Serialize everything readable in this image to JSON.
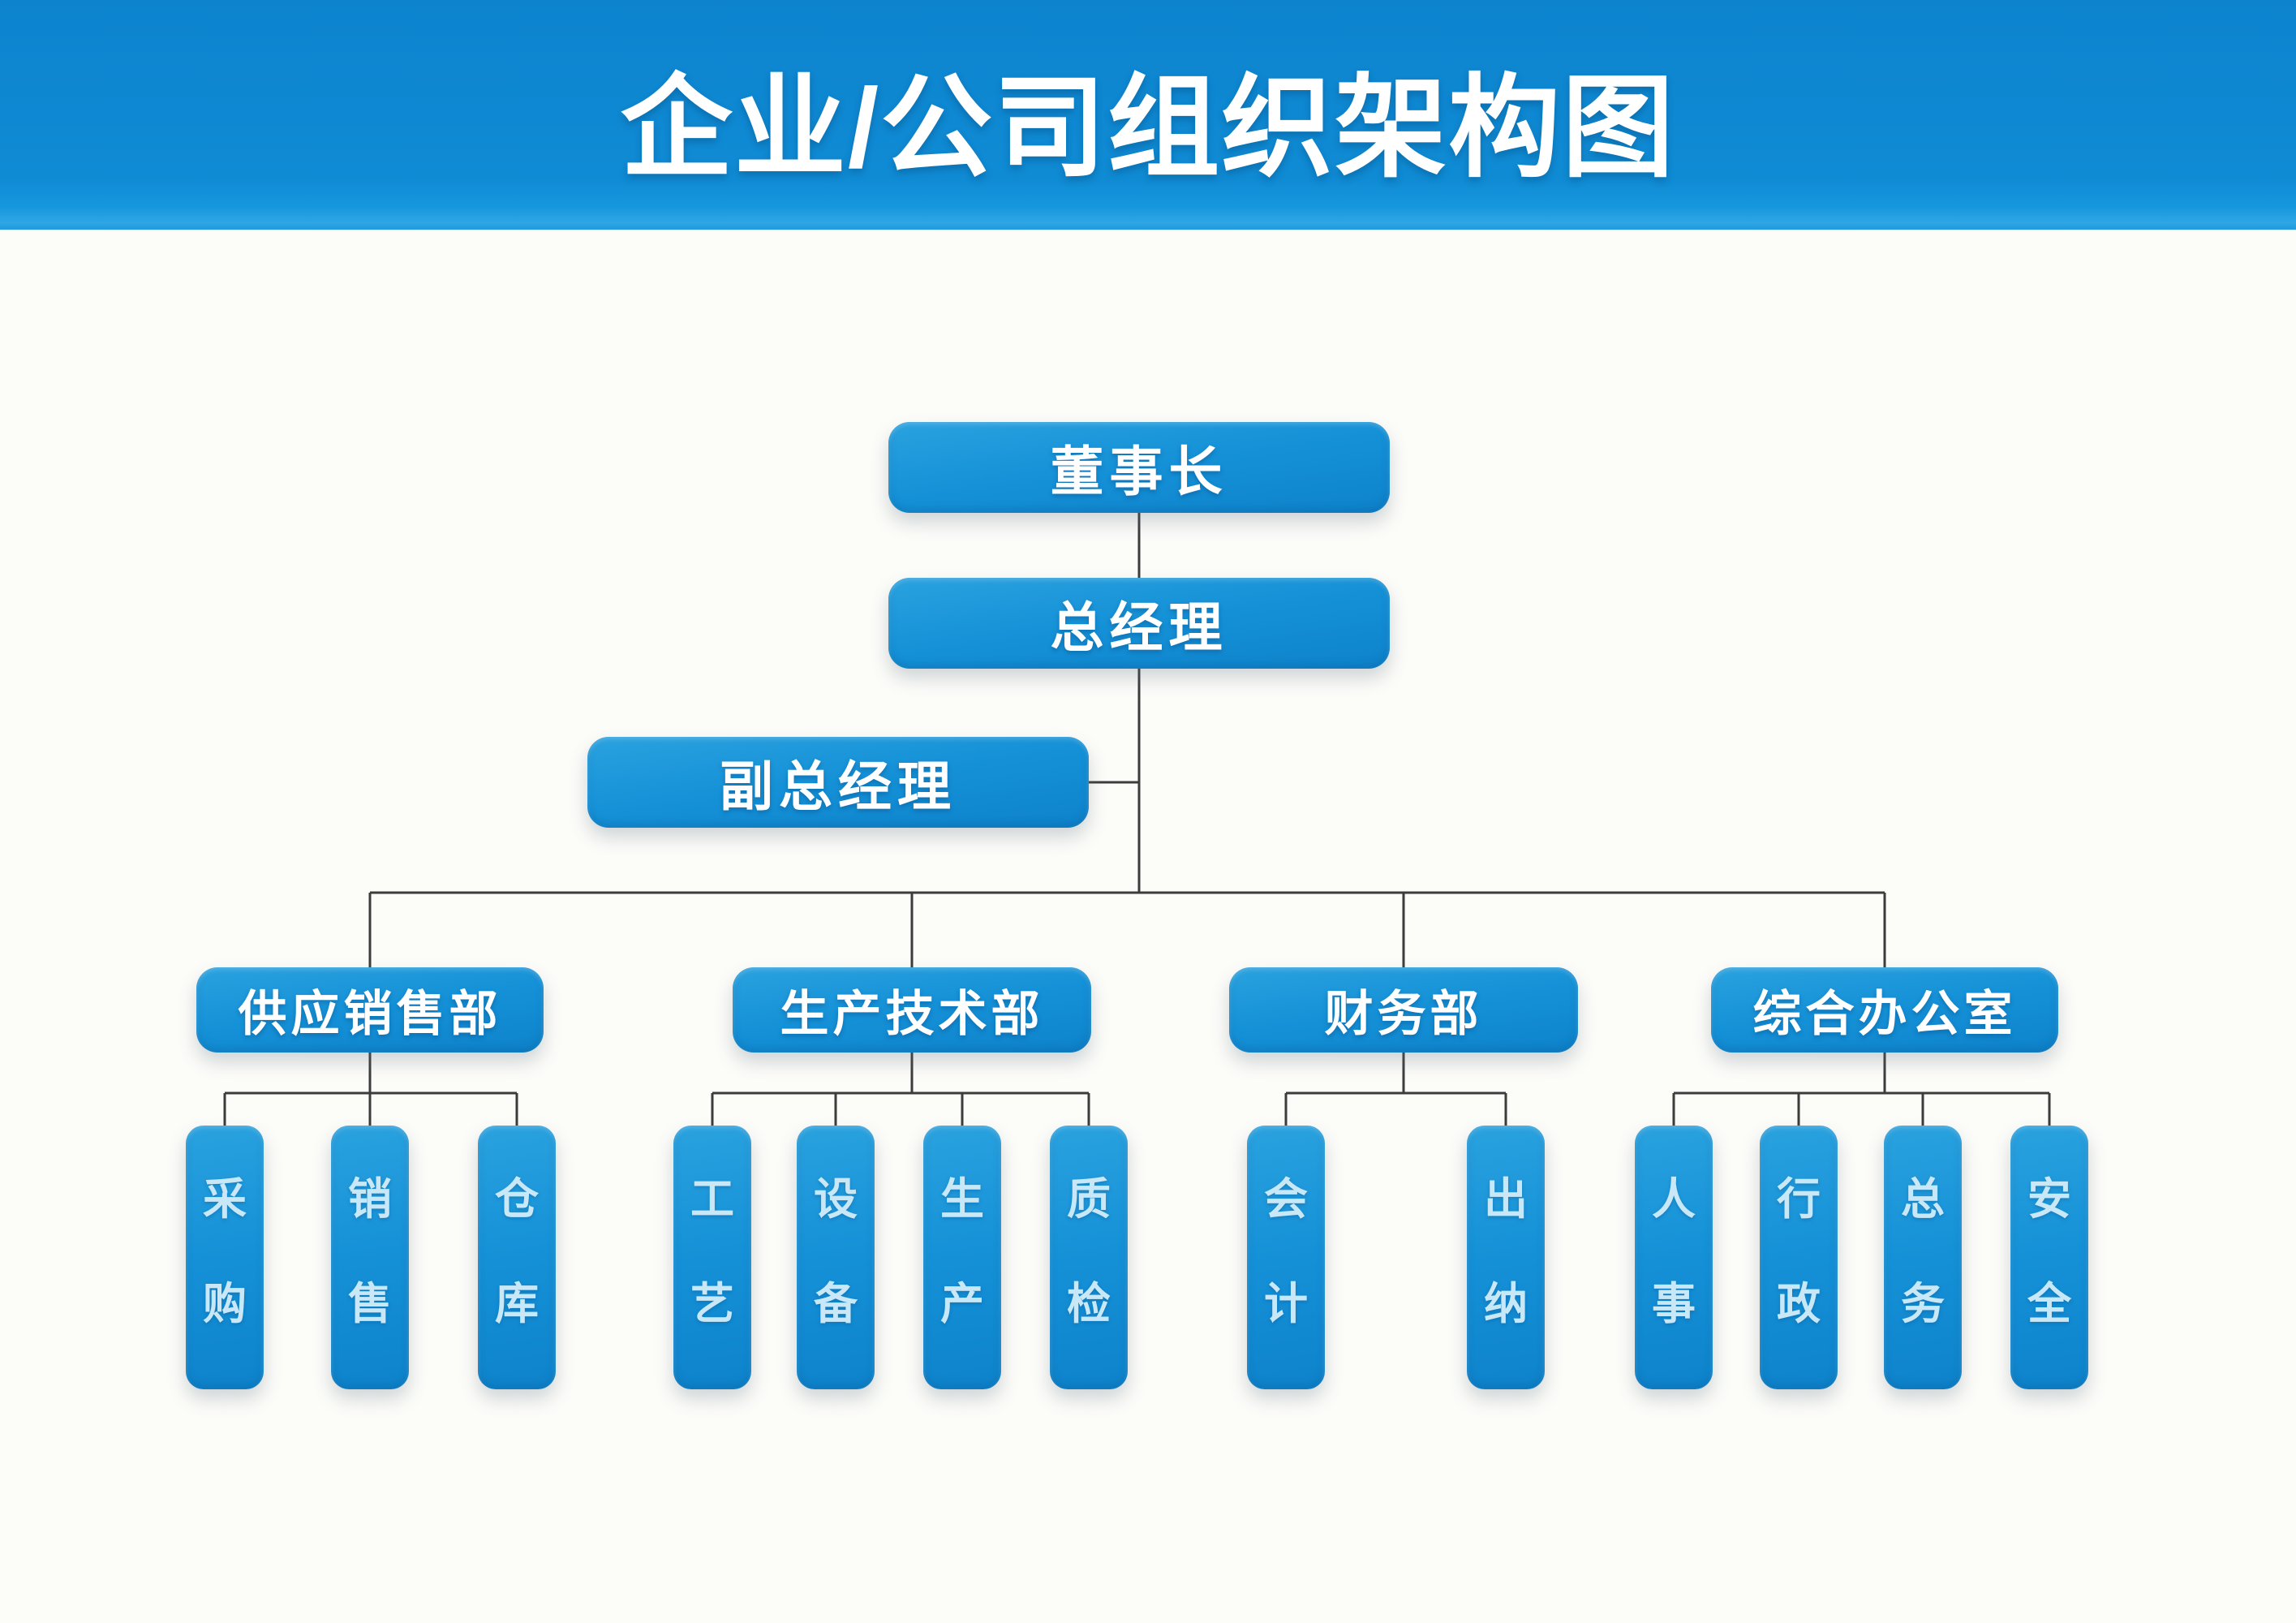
{
  "title": "企业/公司组织架构图",
  "colors": {
    "banner_blue": "#0f8ad4",
    "node_blue": "#1590d6",
    "connector_gray": "#3c3c3c",
    "node_text_white": "#ffffff",
    "sub_text_light_blue": "#c8e8f7",
    "background": "#fcfcf9"
  },
  "org": {
    "chairman": {
      "label": "董事长"
    },
    "general_manager": {
      "label": "总经理"
    },
    "deputy_general_manager": {
      "label": "副总经理"
    },
    "departments": [
      {
        "label": "供应销售部",
        "children": [
          "采购",
          "销售",
          "仓库"
        ]
      },
      {
        "label": "生产技术部",
        "children": [
          "工艺",
          "设备",
          "生产",
          "质检"
        ]
      },
      {
        "label": "财务部",
        "children": [
          "会计",
          "出纳"
        ]
      },
      {
        "label": "综合办公室",
        "children": [
          "人事",
          "行政",
          "总务",
          "安全"
        ]
      }
    ]
  }
}
